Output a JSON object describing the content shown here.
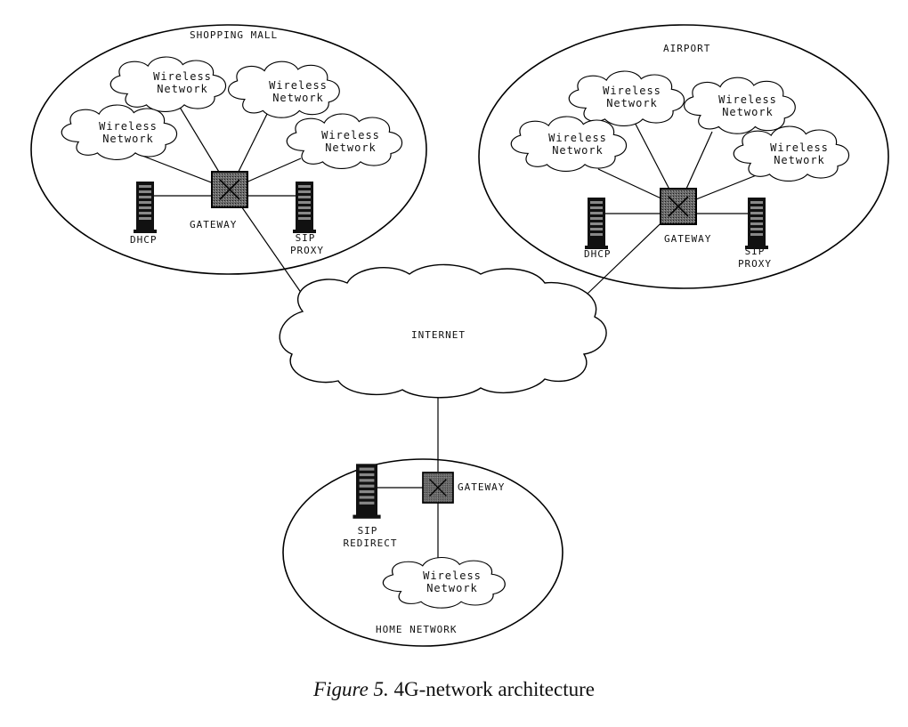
{
  "caption": {
    "label": "Figure 5.",
    "text": "4G-network architecture"
  },
  "zones": {
    "mall": {
      "title": "SHOPPING MALL",
      "wireless": [
        "Wireless Network",
        "Wireless Network",
        "Wireless Network",
        "Wireless Network"
      ],
      "gateway": "GATEWAY",
      "dhcp": "DHCP",
      "sip_proxy": [
        "SIP",
        "PROXY"
      ]
    },
    "airport": {
      "title": "AIRPORT",
      "wireless": [
        "Wireless Network",
        "Wireless Network",
        "Wireless Network",
        "Wireless Network"
      ],
      "gateway": "GATEWAY",
      "dhcp": "DHCP",
      "sip_proxy": [
        "SIP",
        "PROXY"
      ]
    },
    "home": {
      "title": "HOME NETWORK",
      "gateway": "GATEWAY",
      "sip_redirect": [
        "SIP",
        "REDIRECT"
      ],
      "wireless": [
        "Wireless Network"
      ]
    }
  },
  "internet": "INTERNET",
  "icons": {
    "gateway": "gateway-switch-icon",
    "server": "server-tower-icon"
  }
}
